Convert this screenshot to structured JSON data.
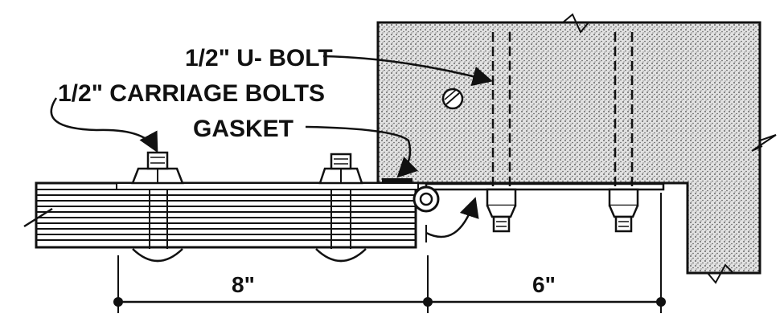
{
  "labels": {
    "u_bolt": "1/2\" U- BOLT",
    "carriage_bolts": "1/2\" CARRIAGE BOLTS",
    "gasket": "GASKET"
  },
  "dimensions": {
    "left": "8\"",
    "right": "6\""
  },
  "colors": {
    "ink": "#111111",
    "concrete": "#d8d8d8",
    "background": "#ffffff"
  }
}
